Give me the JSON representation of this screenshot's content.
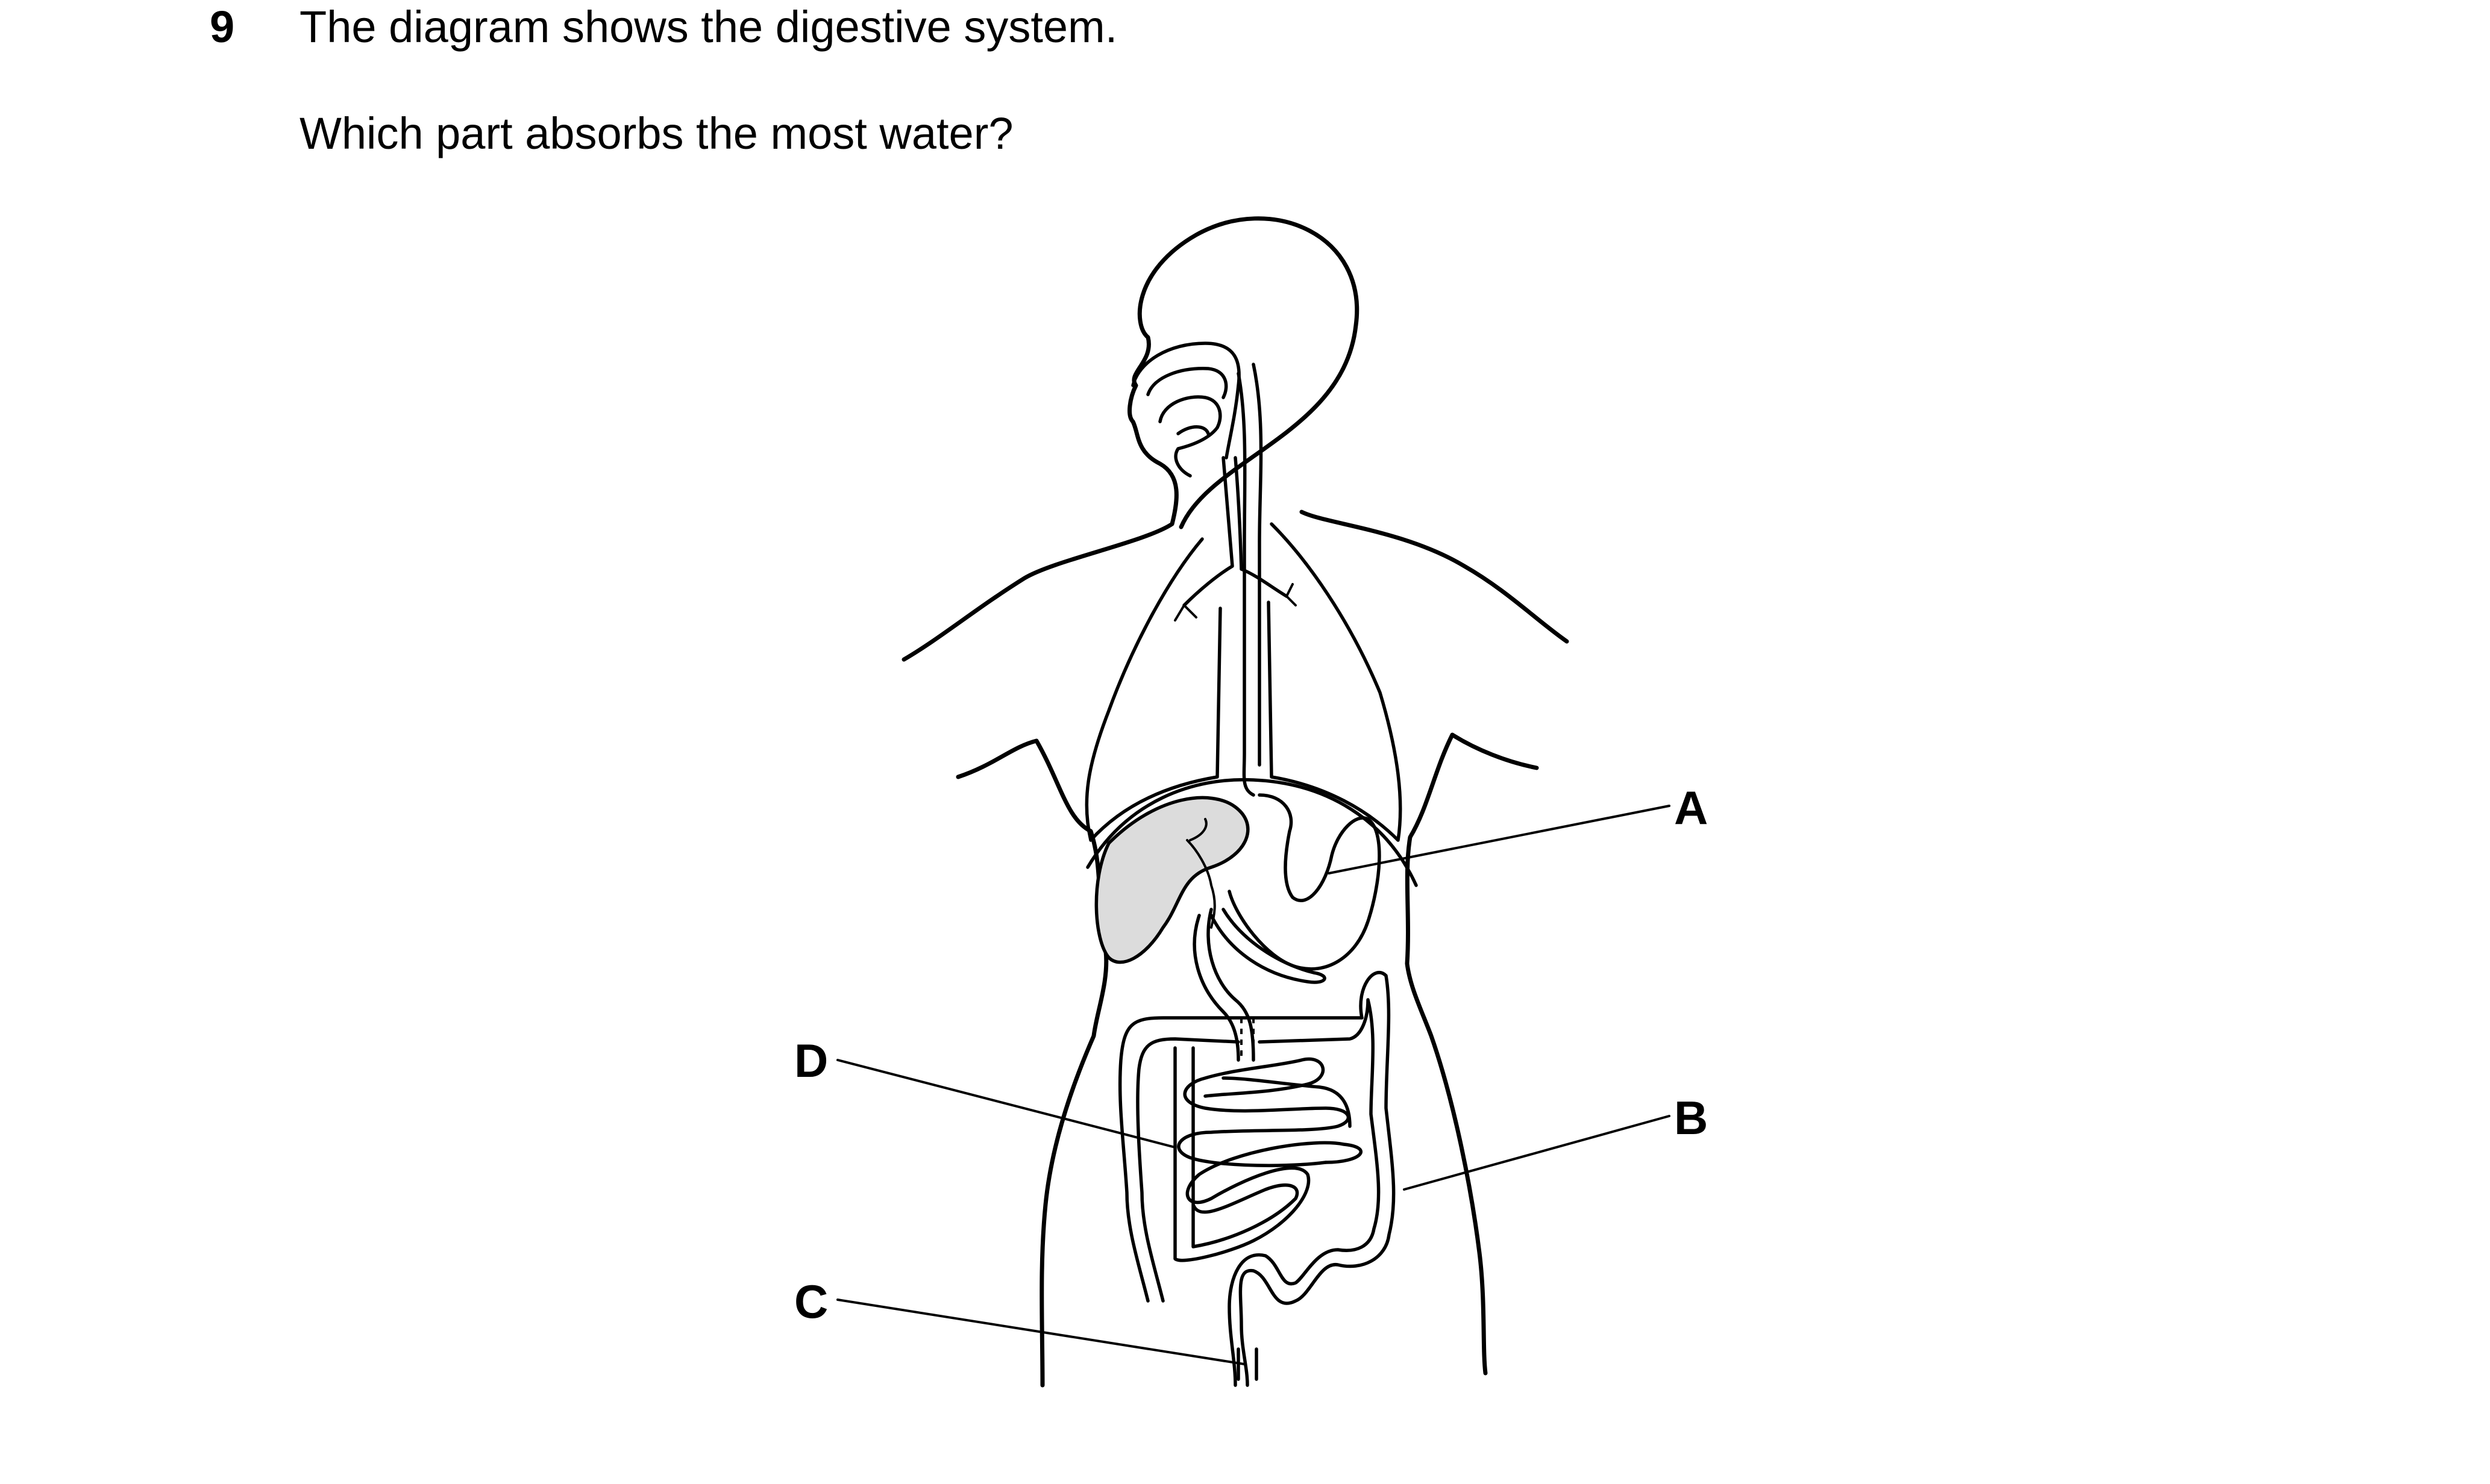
{
  "question": {
    "number": "9",
    "stem": "The diagram shows the digestive system.",
    "prompt": "Which part absorbs the most water?"
  },
  "diagram": {
    "labels": {
      "a": "A",
      "b": "B",
      "c": "C",
      "d": "D"
    }
  }
}
